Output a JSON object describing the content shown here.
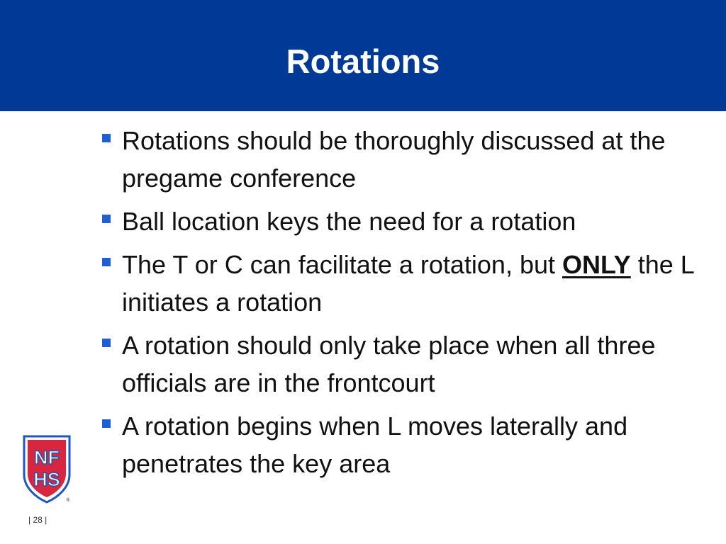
{
  "slide": {
    "title": "Rotations",
    "bullets": [
      {
        "text": "Rotations should be thoroughly discussed at the pregame conference"
      },
      {
        "text": "Ball location keys the need for a rotation"
      },
      {
        "text_pre": "The T or C can facilitate a rotation, but ",
        "emphasis": "ONLY",
        "text_post": " the L initiates a rotation"
      },
      {
        "text": "A rotation should only take place when all three officials are in the frontcourt"
      },
      {
        "text": "A rotation begins when L moves laterally and penetrates the key area"
      }
    ]
  },
  "logo": {
    "icon": "nfhs-shield-logo",
    "text_top": "NF",
    "text_bottom": "HS",
    "registered": "®"
  },
  "footer": {
    "page_number": "| 28 |"
  },
  "colors": {
    "title_bar": "#003a96",
    "title_text": "#ffffff",
    "bullet": "#1f5fd6",
    "body_text": "#111111",
    "logo_red": "#d7263d",
    "logo_blue": "#1e56c2"
  }
}
